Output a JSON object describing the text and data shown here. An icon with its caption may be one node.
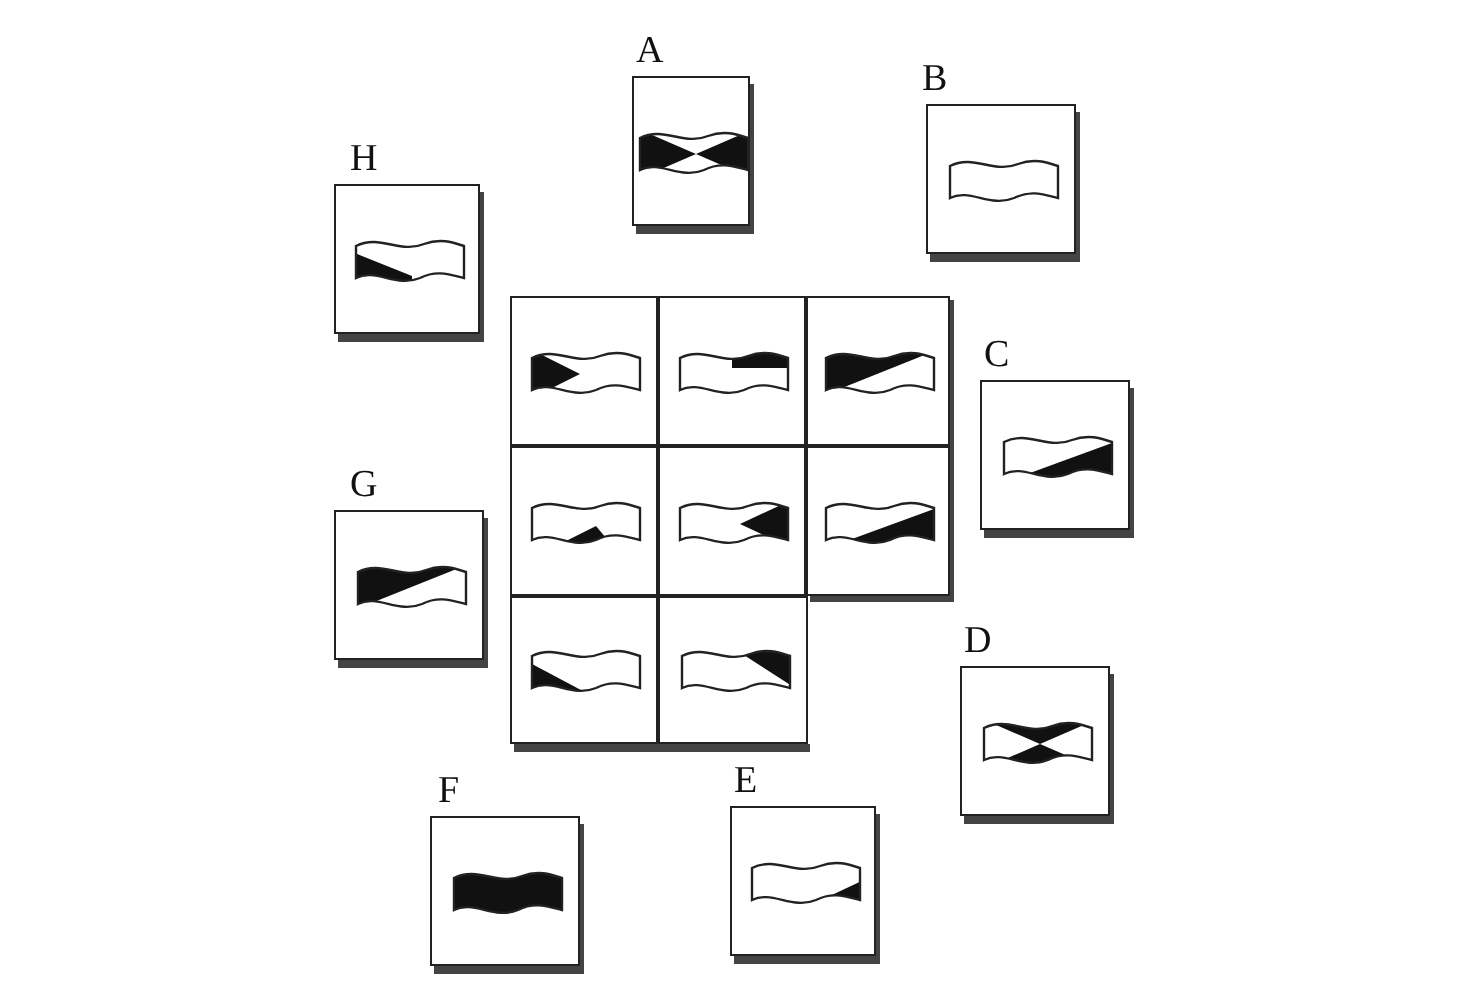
{
  "diagram": {
    "nodes": [
      {
        "text": [
          "A"
        ]
      },
      {
        "text": [
          "B"
        ]
      },
      {
        "text": [
          "H"
        ]
      },
      {
        "text": [],
        "shape": "picture"
      },
      {
        "text": [],
        "shape": "picture"
      },
      {
        "text": [],
        "shape": "picture"
      },
      {
        "text": [
          "C"
        ]
      },
      {
        "text": [],
        "shape": "picture"
      },
      {
        "text": [],
        "shape": "picture"
      },
      {
        "text": [],
        "shape": "picture"
      },
      {
        "text": [
          "G"
        ]
      },
      {
        "text": [],
        "shape": "picture"
      },
      {
        "text": [],
        "shape": "picture"
      },
      {
        "text": [
          "D"
        ]
      },
      {
        "text": [
          "E"
        ]
      },
      {
        "text": [
          "F"
        ]
      }
    ],
    "edges": []
  }
}
